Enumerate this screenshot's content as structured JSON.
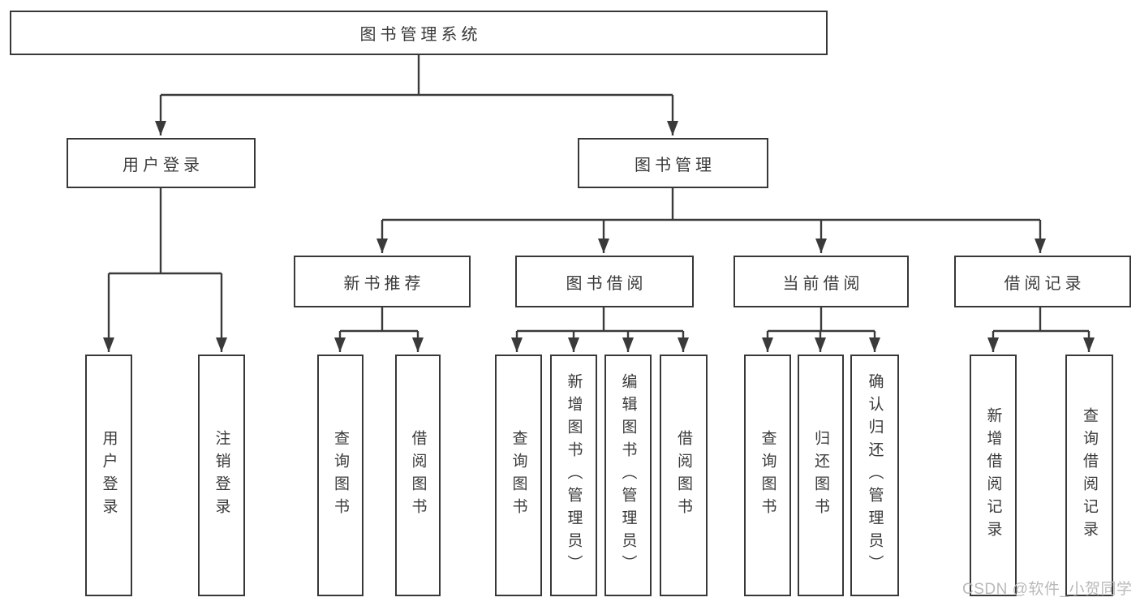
{
  "diagram": {
    "root": {
      "label": "图书管理系统"
    },
    "branches": [
      {
        "label": "用户登录",
        "children": [
          {
            "label": "用户登录"
          },
          {
            "label": "注销登录"
          }
        ]
      },
      {
        "label": "图书管理",
        "children": [
          {
            "label": "新书推荐",
            "children": [
              {
                "label": "查询图书"
              },
              {
                "label": "借阅图书"
              }
            ]
          },
          {
            "label": "图书借阅",
            "children": [
              {
                "label": "查询图书"
              },
              {
                "label": "新增图书（管理员）"
              },
              {
                "label": "编辑图书（管理员）"
              },
              {
                "label": "借阅图书"
              }
            ]
          },
          {
            "label": "当前借阅",
            "children": [
              {
                "label": "查询图书"
              },
              {
                "label": "归还图书"
              },
              {
                "label": "确认归还（管理员）"
              }
            ]
          },
          {
            "label": "借阅记录",
            "children": [
              {
                "label": "新增借阅记录"
              },
              {
                "label": "查询借阅记录"
              }
            ]
          }
        ]
      }
    ]
  },
  "watermark": {
    "text": "CSDN @软件_小贺同学"
  },
  "colors": {
    "line": "#3a3a3a",
    "box_border": "#383838",
    "text": "#3a3a3a",
    "watermark": "#b9b9b9",
    "background": "#ffffff"
  }
}
